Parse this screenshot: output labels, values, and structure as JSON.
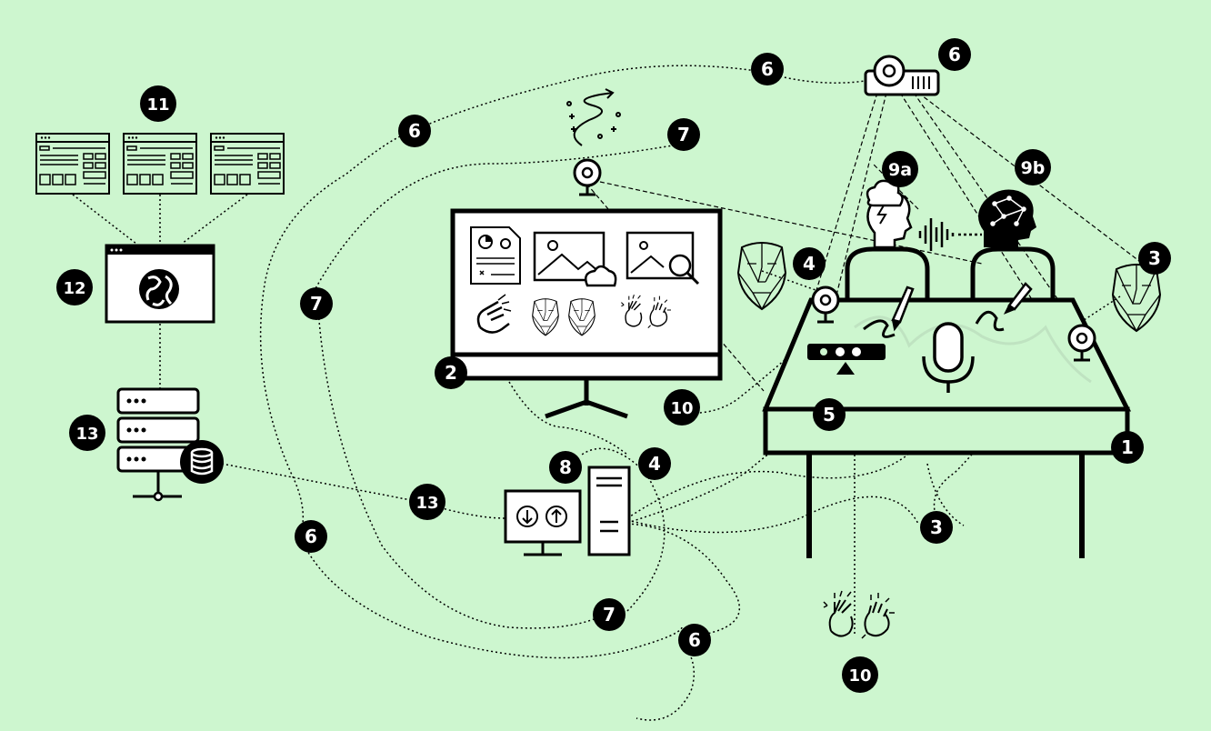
{
  "colors": {
    "background": "#cdf6cf",
    "ink": "#000000",
    "paper": "#ffffff"
  },
  "badges": {
    "b1": "1",
    "b2": "2",
    "b3a": "3",
    "b3b": "3",
    "b4a": "4",
    "b4b": "4",
    "b5": "5",
    "b6a": "6",
    "b6b": "6",
    "b6c": "6",
    "b6d": "6",
    "b6e": "6",
    "b7a": "7",
    "b7b": "7",
    "b7c": "7",
    "b8": "8",
    "b9a": "9a",
    "b9b": "9b",
    "b10a": "10",
    "b10b": "10",
    "b11": "11",
    "b12": "12",
    "b13a": "13",
    "b13b": "13"
  },
  "icons": [
    "web-page-icon",
    "browser-globe-icon",
    "server-database-icon",
    "computer-download-upload-icon",
    "pc-tower-icon",
    "monitor-icon",
    "webcam-icon",
    "projector-icon",
    "table-icon",
    "microphone-icon",
    "depth-sensor-icon",
    "pen-icon",
    "face-mesh-icon",
    "head-brain-icon",
    "head-cloud-icon",
    "hand-gesture-icon",
    "trajectory-icon"
  ]
}
